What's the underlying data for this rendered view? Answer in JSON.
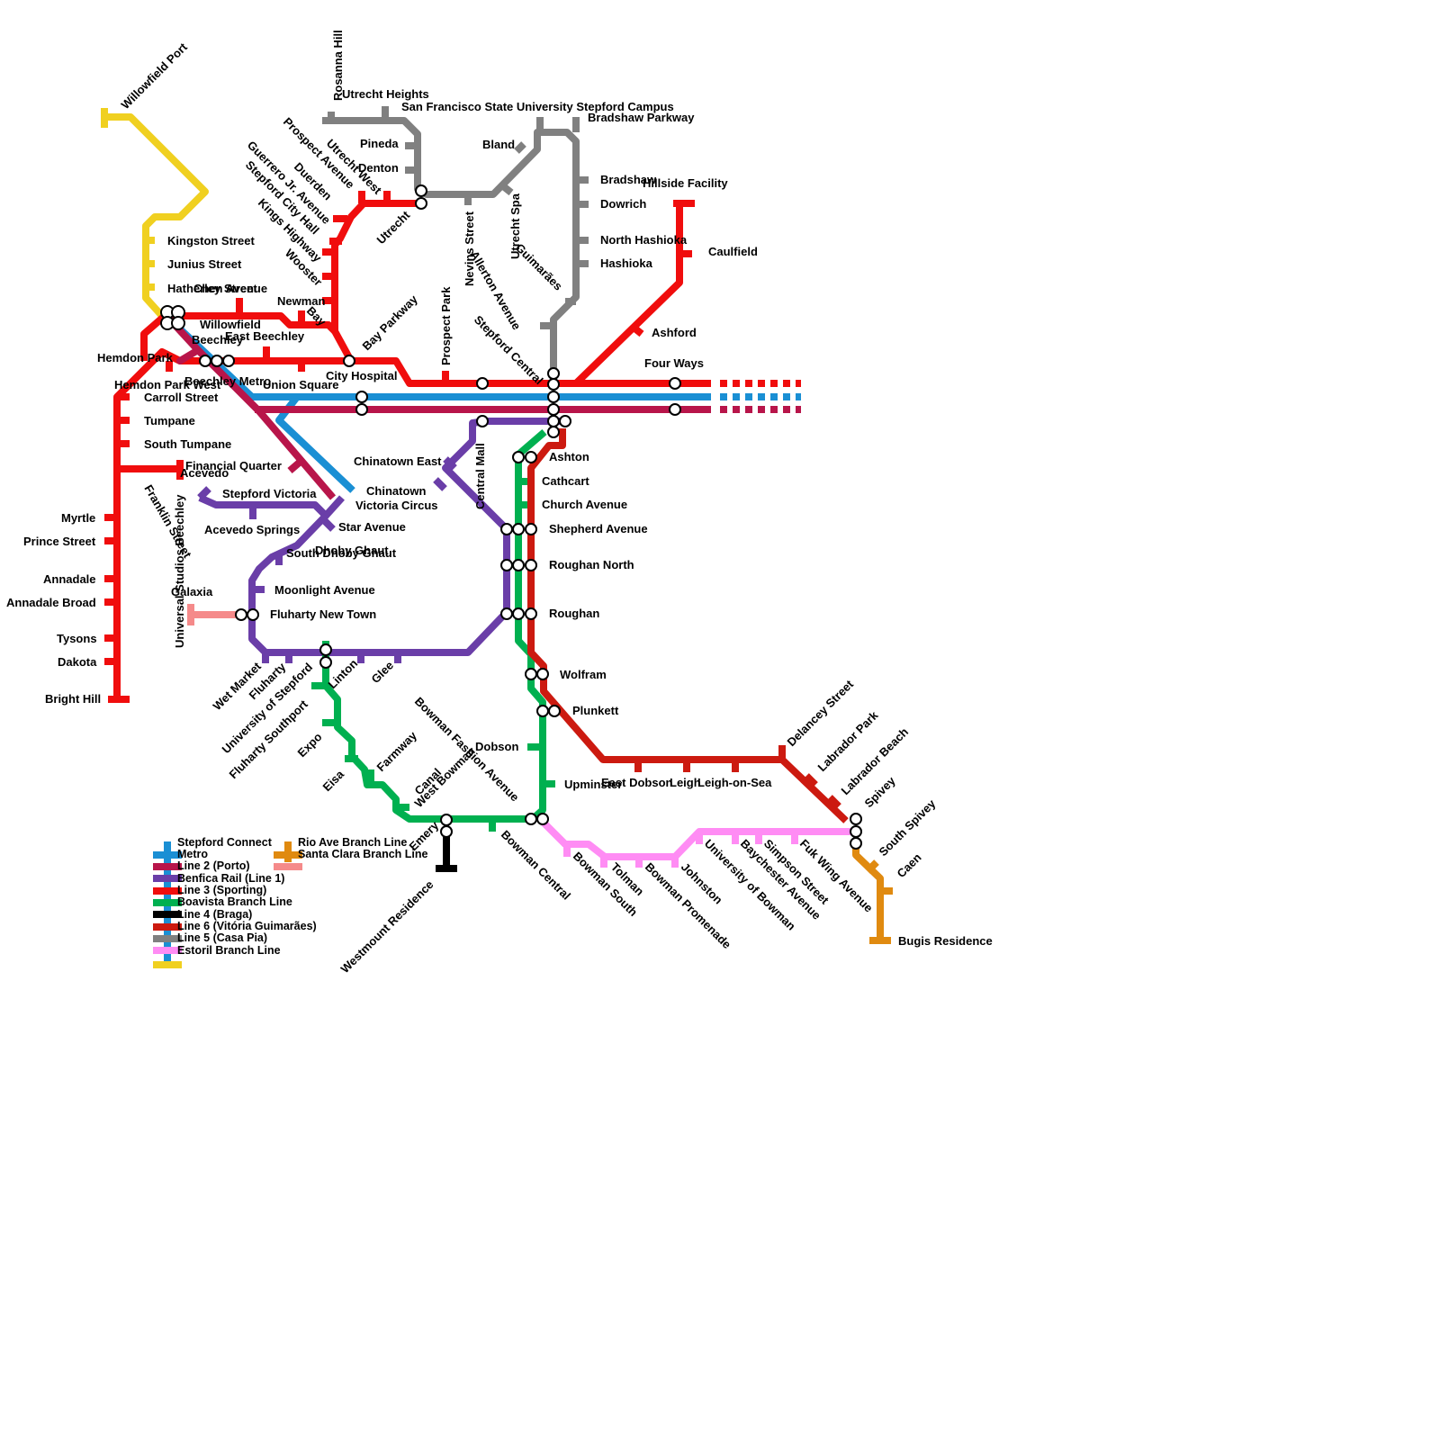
{
  "colors": {
    "stepford_connect": "#1a8fd4",
    "metro": "#b8154a",
    "line2": "#6a3ea8",
    "benfica": "#f00d0d",
    "line3": "#00b050",
    "boavista": "#000000",
    "line4": "#cc1a10",
    "line6": "#808080",
    "line5": "#ff8cf4",
    "estoril": "#f0d020",
    "rio_ave": "#e08a10",
    "santa_clara": "#f58a8a"
  },
  "legend": [
    {
      "label": "Stepford Connect",
      "color": "#1a8fd4"
    },
    {
      "label": "Metro",
      "color": "#b8154a"
    },
    {
      "label": "Line 2 (Porto)",
      "color": "#6a3ea8"
    },
    {
      "label": "Benfica Rail (Line 1)",
      "color": "#f00d0d"
    },
    {
      "label": "Line 3 (Sporting)",
      "color": "#00b050"
    },
    {
      "label": "Boavista Branch Line",
      "color": "#000000"
    },
    {
      "label": "Line 4 (Braga)",
      "color": "#cc1a10"
    },
    {
      "label": "Line 6 (Vitória Guimarães)",
      "color": "#808080"
    },
    {
      "label": "Line 5 (Casa Pia)",
      "color": "#ff8cf4"
    },
    {
      "label": "Estoril Branch Line",
      "color": "#f0d020"
    },
    {
      "label": "Rio Ave Branch Line",
      "color": "#e08a10"
    },
    {
      "label": "Santa Clara Branch Line",
      "color": "#f58a8a"
    }
  ],
  "stations": [
    "Willowfield Port",
    "Kingston Street",
    "Junius Street",
    "Hatherley Street",
    "Chen Avenue",
    "Willowfield",
    "Newman",
    "Bay",
    "East Beechley",
    "Beechley",
    "Hemdon Park",
    "Hemdon Park West",
    "Beechley Metro",
    "Union Square",
    "City Hospital",
    "Bay Parkway",
    "Carroll Street",
    "Tumpane",
    "South Tumpane",
    "Financial Quarter",
    "Acevedo",
    "Myrtle",
    "Prince Street",
    "Annadale",
    "Annadale Broad",
    "Tysons",
    "Dakota",
    "Bright Hill",
    "Franklin Street",
    "Universal Studios Beechley",
    "Stepford Victoria",
    "Acevedo Springs",
    "Galaxia",
    "Fluharty New Town",
    "Moonlight Avenue",
    "South Dhoby Ghaut",
    "Dhoby Ghaut",
    "Star Avenue",
    "Victoria Circus",
    "Chinatown",
    "Chinatown East",
    "Central Mall",
    "Wet Market",
    "Fluharty",
    "University of Stepford",
    "Fluharty Southport",
    "Linton",
    "Glee",
    "Expo",
    "Eisa",
    "Farmway",
    "Canal",
    "West Bowman",
    "Bowman Fashion Avenue",
    "Dobson",
    "Upminster",
    "Bowman Central",
    "Bowman South",
    "Tolman",
    "Bowman Promenade",
    "Johnston",
    "University of Bowman",
    "Baychester Avenue",
    "Simpson Street",
    "Fuk Wing Avenue",
    "Spivey",
    "South Spivey",
    "Caen",
    "Bugis Residence",
    "Delancey Street",
    "Labrador Park",
    "Labrador Beach",
    "East Dobson",
    "Leigh",
    "Leigh-on-Sea",
    "Plunkett",
    "Wolfram",
    "Roughan",
    "Roughan North",
    "Shepherd Avenue",
    "Church Avenue",
    "Cathcart",
    "Ashton",
    "Four Ways",
    "Ashford",
    "Caulfield",
    "Hillside Facility",
    "Stepford Central",
    "Prospect Park",
    "Nevins Street",
    "Allerton Avenue",
    "Utrecht Spa",
    "Guimarães",
    "Bland",
    "San Francisco State University Stepford Campus",
    "Bradshaw Parkway",
    "Bradshaw",
    "Dowrich",
    "North Hashioka",
    "Hashioka",
    "Utrecht Heights",
    "Rosanna Hill",
    "Pineda",
    "Denton",
    "Utrecht",
    "Utrecht West",
    "Prospect Avenue",
    "Duerden",
    "Guerrero Jr. Avenue",
    "Stepford City Hall",
    "Kings Highway",
    "Wooster",
    "Emery",
    "Westmount Residence"
  ]
}
